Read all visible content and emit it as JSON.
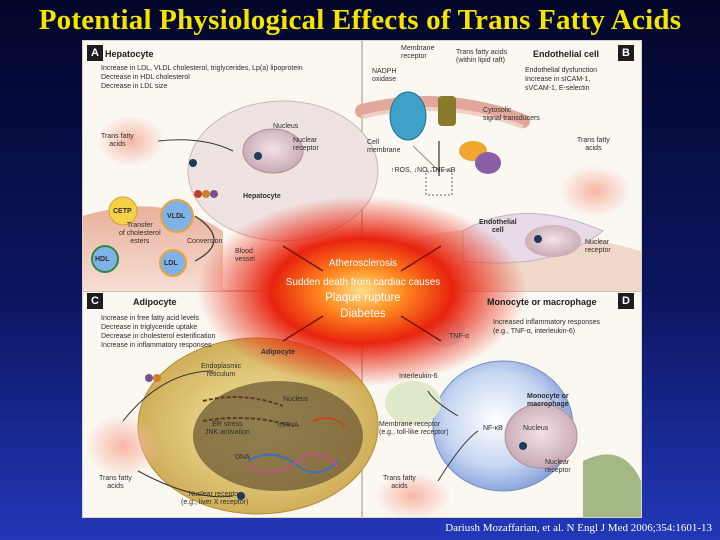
{
  "title": "Potential Physiological Effects of Trans Fatty Acids",
  "citation": "Dariush Mozaffarian, et al. N Engl J Med 2006;354:1601-13",
  "colors": {
    "title": "#f4e500",
    "center_burst": "#e8230e",
    "background": "#0b1660"
  },
  "center": {
    "items": [
      "Atherosclerosis",
      "Sudden death from cardiac causes",
      "Plaque rupture",
      "Diabetes"
    ]
  },
  "panelA": {
    "letter": "A",
    "title": "Hepatocyte",
    "effects": [
      "Increase in LDL, VLDL cholesterol, triglycerides, Lp(a) lipoprotein",
      "Decrease in HDL cholesterol",
      "Decrease in LDL size"
    ],
    "labels": {
      "tfa": "Trans fatty\nacids",
      "nucleus": "Nucleus",
      "nuclear_receptor": "Nuclear\nreceptor",
      "hepatocyte": "Hepatocyte",
      "cetp": "CETP",
      "vldl": "VLDL",
      "transfer": "Transfer\nof cholesterol\nesters",
      "conversion": "Conversion",
      "hdl": "HDL",
      "ldl": "LDL",
      "blood_vessel": "Blood\nvessel"
    }
  },
  "panelB": {
    "letter": "B",
    "title": "Endothelial cell",
    "effects": [
      "Endothelial dysfunction",
      "Increase in sICAM-1,",
      "sVCAM-1, E-selectin"
    ],
    "labels": {
      "membrane_receptor": "Membrane\nreceptor",
      "tfa_lipid_raft": "Trans fatty acids\n(within lipid raft)",
      "nadph": "NADPH\noxidase",
      "cell_membrane": "Cell\nmembrane",
      "cytosolic": "Cytosolic\nsignal transducers",
      "ros_line": "↑ROS, ↓NO, TNF-κB",
      "tfa": "Trans fatty\nacids",
      "endothelial_cell": "Endothelial\ncell",
      "nuclear_receptor": "Nuclear\nreceptor"
    }
  },
  "panelC": {
    "letter": "C",
    "title": "Adipocyte",
    "effects": [
      "Increase in free fatty acid levels",
      "Decrease in triglyceride uptake",
      "Decrease in cholesterol esterification",
      "Increase in inflammatory responses"
    ],
    "labels": {
      "adipocyte": "Adipocyte",
      "er": "Endoplasmic\nreticulum",
      "nucleus": "Nucleus",
      "er_stress": "ER stress\nJNK activation",
      "mrna": "mRNA",
      "dna": "DNA",
      "tfa": "Trans fatty\nacids",
      "nuclear_receptor": "Nuclear receptor\n(e.g., liver X receptor)"
    }
  },
  "panelD": {
    "letter": "D",
    "title": "Monocyte or macrophage",
    "effects": [
      "Increased inflammatory responses",
      "(e.g., TNF-α, interleukin-6)"
    ],
    "labels": {
      "tnf": "TNF-α",
      "il6": "Interleukin-6",
      "monocyte": "Monocyte or\nmacrophage",
      "nfkb": "NF-κB",
      "nucleus": "Nucleus",
      "membrane_receptor": "Membrane receptor\n(e.g., toll-like receptor)",
      "tfa": "Trans fatty\nacids",
      "nuclear_receptor": "Nuclear\nreceptor"
    }
  }
}
